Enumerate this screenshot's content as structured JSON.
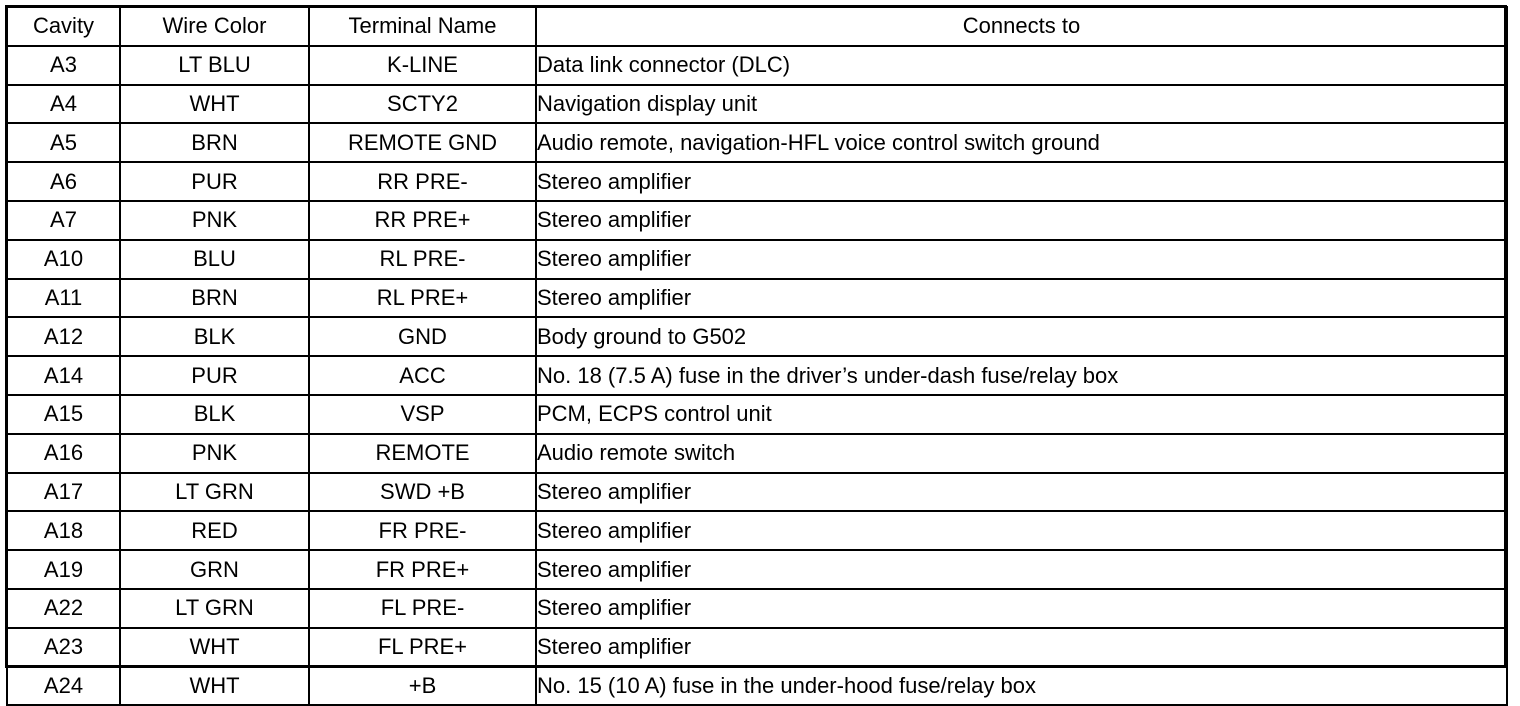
{
  "table": {
    "headers": {
      "cavity": "Cavity",
      "wire_color": "Wire Color",
      "terminal_name": "Terminal Name",
      "connects_to": "Connects to"
    },
    "rows": [
      {
        "cavity": "A3",
        "wire_color": "LT BLU",
        "terminal_name": "K-LINE",
        "connects_to": "Data link connector (DLC)"
      },
      {
        "cavity": "A4",
        "wire_color": "WHT",
        "terminal_name": "SCTY2",
        "connects_to": "Navigation display unit"
      },
      {
        "cavity": "A5",
        "wire_color": "BRN",
        "terminal_name": "REMOTE GND",
        "connects_to": "Audio remote, navigation-HFL voice control switch ground"
      },
      {
        "cavity": "A6",
        "wire_color": "PUR",
        "terminal_name": "RR PRE-",
        "connects_to": "Stereo amplifier"
      },
      {
        "cavity": "A7",
        "wire_color": "PNK",
        "terminal_name": "RR PRE+",
        "connects_to": "Stereo amplifier"
      },
      {
        "cavity": "A10",
        "wire_color": "BLU",
        "terminal_name": "RL PRE-",
        "connects_to": "Stereo amplifier"
      },
      {
        "cavity": "A11",
        "wire_color": "BRN",
        "terminal_name": "RL PRE+",
        "connects_to": "Stereo amplifier"
      },
      {
        "cavity": "A12",
        "wire_color": "BLK",
        "terminal_name": "GND",
        "connects_to": "Body ground to G502"
      },
      {
        "cavity": "A14",
        "wire_color": "PUR",
        "terminal_name": "ACC",
        "connects_to": "No. 18 (7.5 A) fuse in the driver’s under-dash fuse/relay box"
      },
      {
        "cavity": "A15",
        "wire_color": "BLK",
        "terminal_name": "VSP",
        "connects_to": "PCM, ECPS control unit"
      },
      {
        "cavity": "A16",
        "wire_color": "PNK",
        "terminal_name": "REMOTE",
        "connects_to": "Audio remote switch"
      },
      {
        "cavity": "A17",
        "wire_color": "LT GRN",
        "terminal_name": "SWD +B",
        "connects_to": "Stereo amplifier"
      },
      {
        "cavity": "A18",
        "wire_color": "RED",
        "terminal_name": "FR PRE-",
        "connects_to": "Stereo amplifier"
      },
      {
        "cavity": "A19",
        "wire_color": "GRN",
        "terminal_name": "FR PRE+",
        "connects_to": "Stereo amplifier"
      },
      {
        "cavity": "A22",
        "wire_color": "LT GRN",
        "terminal_name": "FL PRE-",
        "connects_to": "Stereo amplifier"
      },
      {
        "cavity": "A23",
        "wire_color": "WHT",
        "terminal_name": "FL PRE+",
        "connects_to": "Stereo amplifier"
      },
      {
        "cavity": "A24",
        "wire_color": "WHT",
        "terminal_name": "+B",
        "connects_to": "No. 15 (10 A) fuse in the under-hood fuse/relay box"
      }
    ]
  }
}
